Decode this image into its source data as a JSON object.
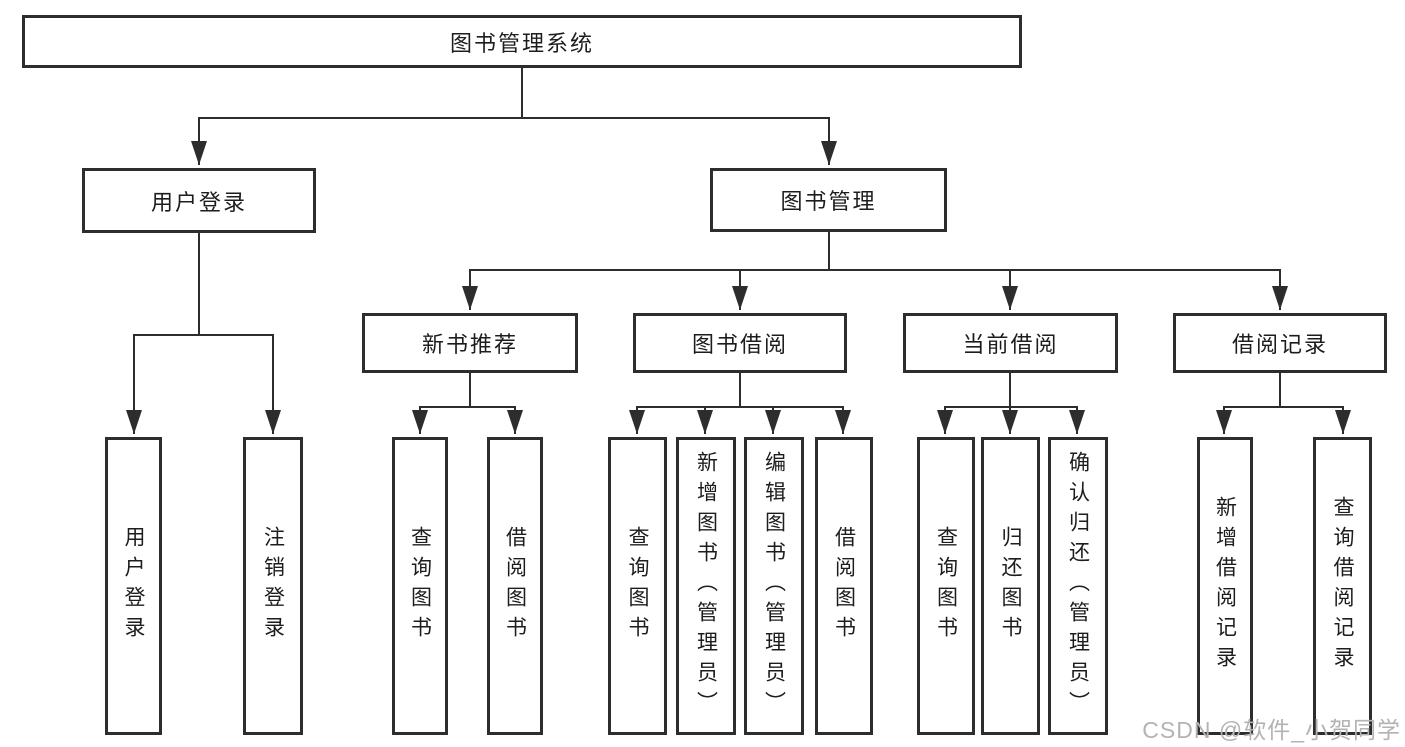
{
  "diagram": {
    "root": {
      "label": "图书管理系统"
    },
    "level1": [
      {
        "label": "用户登录",
        "children": [
          {
            "label": "用户登录"
          },
          {
            "label": "注销登录"
          }
        ]
      },
      {
        "label": "图书管理",
        "children": [
          {
            "label": "新书推荐",
            "children": [
              {
                "label": "查询图书"
              },
              {
                "label": "借阅图书"
              }
            ]
          },
          {
            "label": "图书借阅",
            "children": [
              {
                "label": "查询图书"
              },
              {
                "label": "新增图书（管理员）"
              },
              {
                "label": "编辑图书（管理员）"
              },
              {
                "label": "借阅图书"
              }
            ]
          },
          {
            "label": "当前借阅",
            "children": [
              {
                "label": "查询图书"
              },
              {
                "label": "归还图书"
              },
              {
                "label": "确认归还（管理员）"
              }
            ]
          },
          {
            "label": "借阅记录",
            "children": [
              {
                "label": "新增借阅记录"
              },
              {
                "label": "查询借阅记录"
              }
            ]
          }
        ]
      }
    ]
  },
  "watermark": {
    "text": "CSDN @软件_小贺同学"
  },
  "colors": {
    "line": "#2d2d2d",
    "text": "#1d1d1d",
    "watermark": "#b3b3b3",
    "background": "#ffffff"
  }
}
